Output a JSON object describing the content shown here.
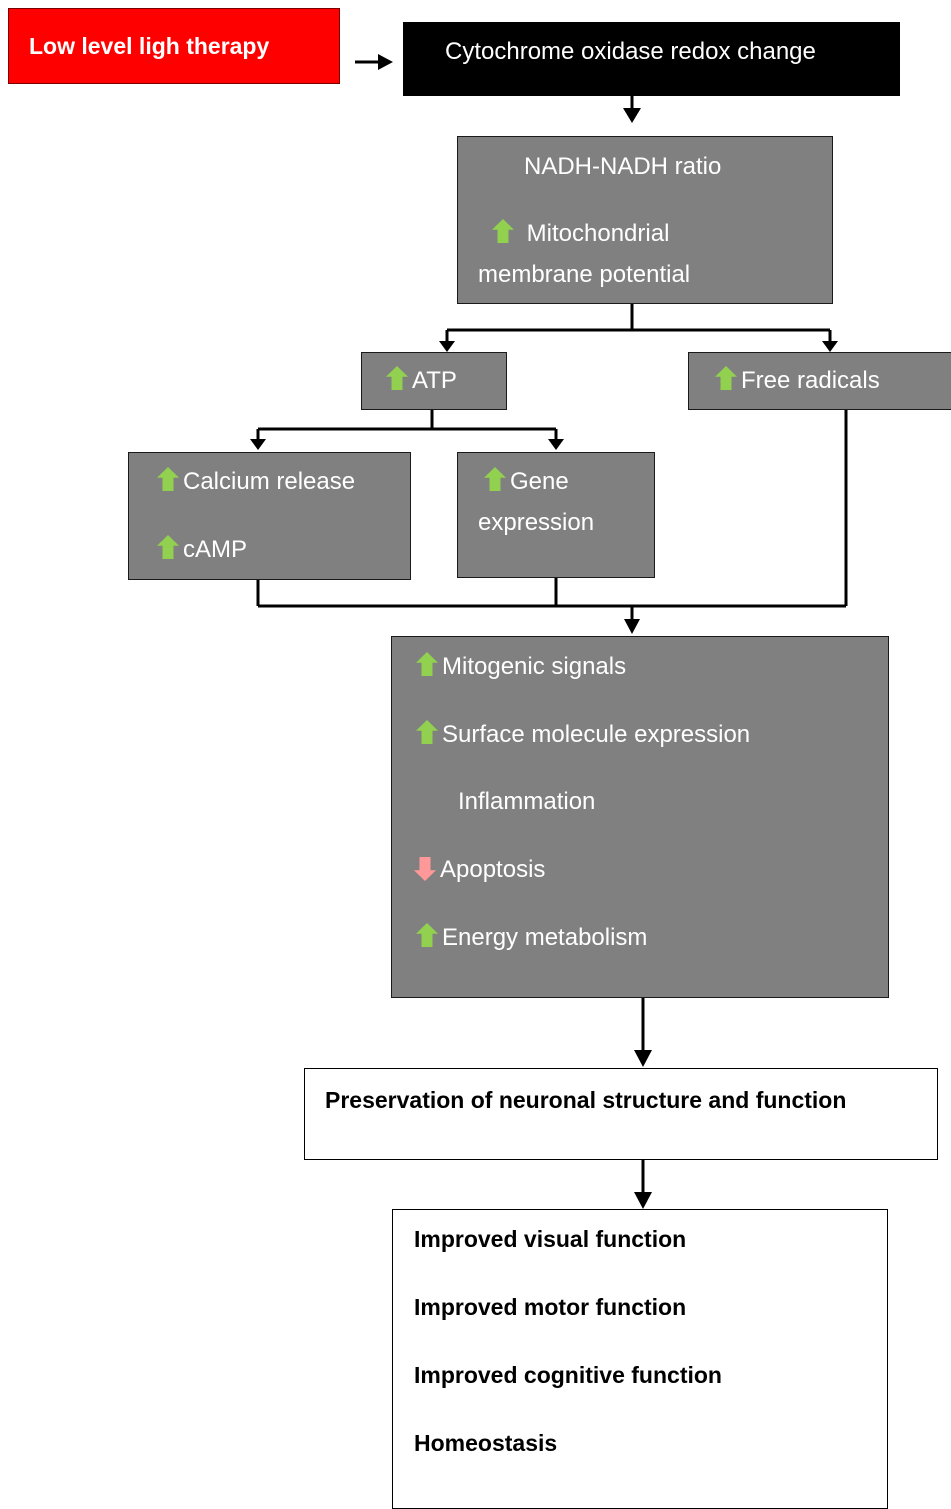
{
  "trigger": {
    "label": "Low level ligh therapy"
  },
  "redox": {
    "label": "Cytochrome oxidase redox change"
  },
  "mito": {
    "ratio": "NADH-NADH ratio",
    "membrane_line1": "Mitochondrial",
    "membrane_line2": "membrane potential"
  },
  "atp": {
    "label": "ATP"
  },
  "free_radicals": {
    "label": "Free radicals"
  },
  "calcium": {
    "calcium": "Calcium release",
    "camp": "cAMP"
  },
  "gene": {
    "line1": "Gene",
    "line2": "expression"
  },
  "effects": {
    "mitogenic": "Mitogenic signals",
    "surface": "Surface molecule expression",
    "inflammation": "Inflammation",
    "apoptosis": "Apoptosis",
    "energy": "Energy metabolism"
  },
  "preservation": {
    "label": "Preservation of neuronal structure and function"
  },
  "outcomes": {
    "visual": "Improved visual function",
    "motor": "Improved motor function",
    "cognitive": "Improved cognitive function",
    "homeostasis": "Homeostasis"
  },
  "colors": {
    "trigger_fill": "#ff0000",
    "redox_fill": "#000000",
    "process_fill": "#808080",
    "increase_arrow": "#92d050",
    "decrease_arrow": "#ff9999"
  },
  "icons": {
    "increase": "up-arrow-icon",
    "decrease": "down-arrow-icon"
  }
}
